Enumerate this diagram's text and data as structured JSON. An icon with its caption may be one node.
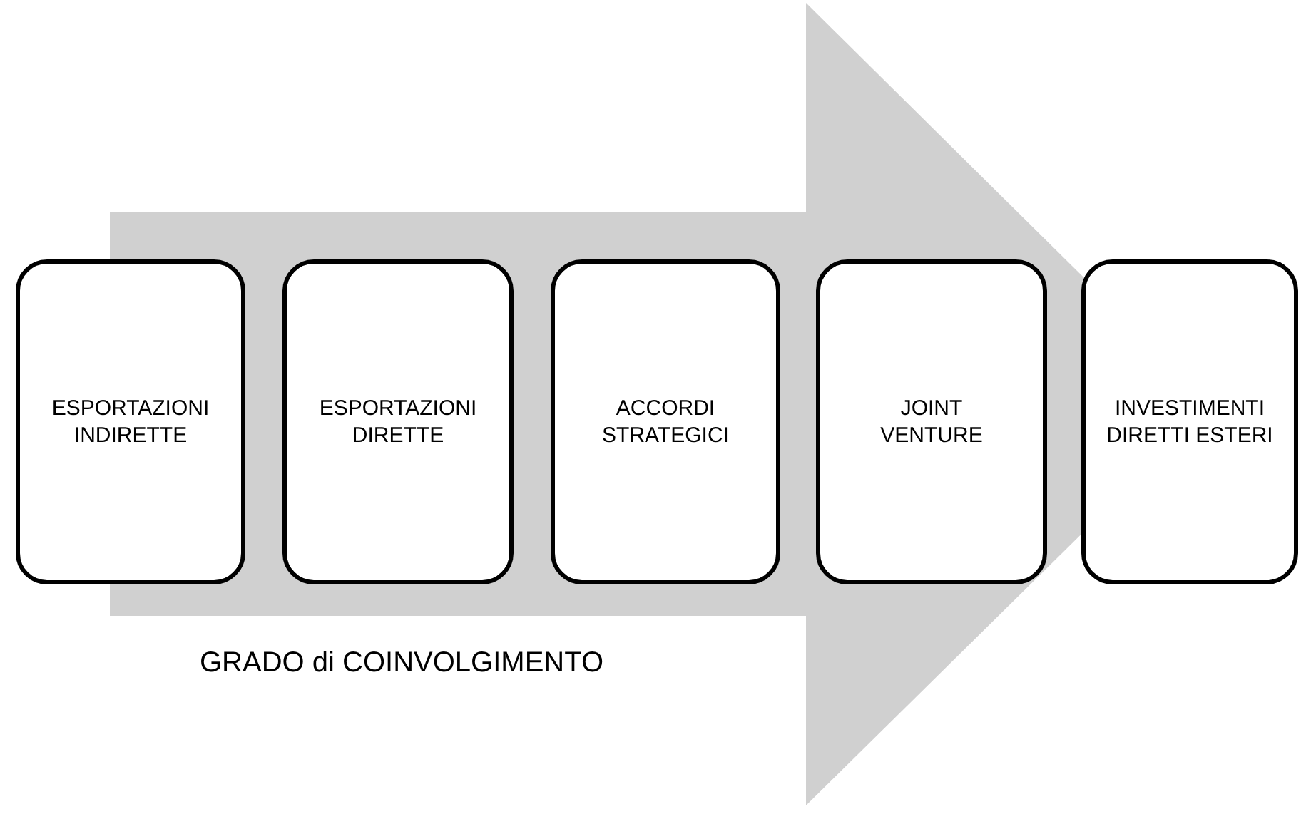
{
  "diagram": {
    "nodes": [
      {
        "text": [
          "ESPORTAZIONI INDIRETTE"
        ]
      },
      {
        "text": [
          "ESPORTAZIONI DIRETTE"
        ]
      },
      {
        "text": [
          "ACCORDI STRATEGICI"
        ]
      },
      {
        "text": [
          "JOINT VENTURE"
        ]
      },
      {
        "text": [
          "INVESTIMENTI DIRETTI ESTERI"
        ]
      }
    ],
    "edges": [
      {
        "from": 0,
        "to": 4,
        "arrow": "to",
        "style": "thick"
      }
    ],
    "labels": [
      "GRADO di COINVOLGIMENTO"
    ]
  }
}
